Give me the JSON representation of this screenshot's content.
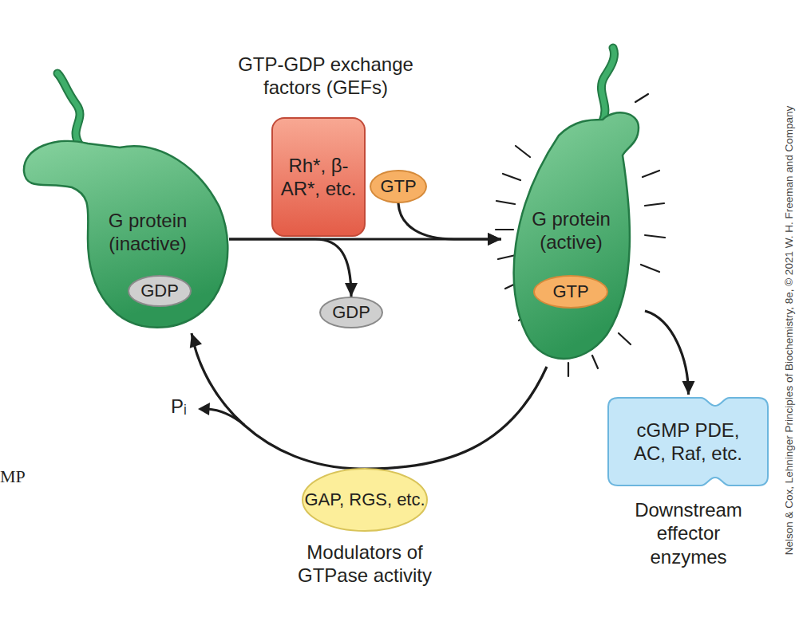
{
  "diagram": {
    "nodes": [
      {
        "text": [
          "G protein (inactive)"
        ]
      },
      {
        "text": [
          "GDP"
        ],
        "in": 0
      },
      {
        "text": [
          "GTP-GDP exchange factors (GEFs)",
          "Rh*, β-AR*, etc."
        ]
      },
      {
        "text": [
          "GTP"
        ]
      },
      {
        "text": [
          "GDP"
        ]
      },
      {
        "text": [
          "G protein (active)"
        ]
      },
      {
        "text": [
          "GTP"
        ],
        "in": 5
      },
      {
        "text": [
          "cGMP PDE, AC, Raf, etc.",
          "Downstream effector enzymes"
        ]
      },
      {
        "text": [
          "GAP, RGS, etc.",
          "Modulators of GTPase activity"
        ]
      }
    ],
    "edges": [
      {
        "from": 0,
        "to": 5,
        "arrow": "to"
      },
      {
        "from": 3,
        "to": 5,
        "arrow": "to"
      },
      {
        "from": 0,
        "to": 4,
        "arrow": "to"
      },
      {
        "from": 5,
        "to": 7,
        "arrow": "to"
      },
      {
        "from": 5,
        "to": 0,
        "arrow": "to"
      }
    ],
    "labels": [
      "Pᵢ",
      "Nelson & Cox, Lehninger Principles of Biochemistry, 8e, © 2021 W. H. Freeman and Company",
      "MP"
    ]
  }
}
